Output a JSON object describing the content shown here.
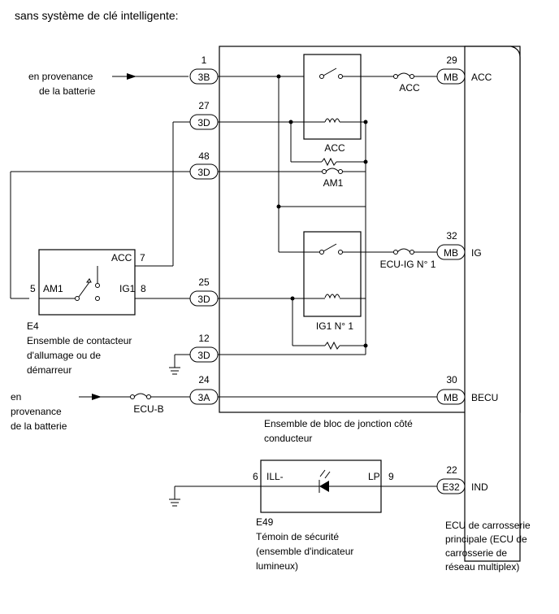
{
  "title": "sans système de clé intelligente:",
  "inputs": {
    "battery_top": [
      "en provenance",
      "de la batterie"
    ],
    "battery_bottom": [
      "en",
      "provenance",
      "de la batterie"
    ]
  },
  "junction_block": {
    "label": [
      "Ensemble de bloc de jonction côté",
      "conducteur"
    ],
    "connectors": [
      {
        "id": "c1",
        "pin": "1",
        "conn": "3B"
      },
      {
        "id": "c27",
        "pin": "27",
        "conn": "3D"
      },
      {
        "id": "c48",
        "pin": "48",
        "conn": "3D"
      },
      {
        "id": "c25",
        "pin": "25",
        "conn": "3D"
      },
      {
        "id": "c12",
        "pin": "12",
        "conn": "3D"
      },
      {
        "id": "c24",
        "pin": "24",
        "conn": "3A"
      }
    ],
    "relays": {
      "acc": "ACC",
      "ig1": "IG1 N° 1"
    },
    "fuses": {
      "acc": "ACC",
      "am1": "AM1",
      "ecu_ig": "ECU-IG N° 1"
    }
  },
  "ecu": {
    "label": [
      "ECU de carrosserie",
      "principale (ECU de",
      "carrosserie de",
      "réseau multiplex)"
    ],
    "connectors": [
      {
        "id": "m29",
        "pin": "29",
        "conn": "MB",
        "signal": "ACC"
      },
      {
        "id": "m32",
        "pin": "32",
        "conn": "MB",
        "signal": "IG"
      },
      {
        "id": "m30",
        "pin": "30",
        "conn": "MB",
        "signal": "BECU"
      },
      {
        "id": "m22",
        "pin": "22",
        "conn": "E32",
        "signal": "IND"
      }
    ]
  },
  "ignition_switch": {
    "code": "E4",
    "label": [
      "Ensemble de contacteur",
      "d'allumage ou de",
      "démarreur"
    ],
    "pins": {
      "am1": "AM1",
      "am1_no": "5",
      "acc": "ACC",
      "acc_no": "7",
      "ig1": "IG1",
      "ig1_no": "8"
    }
  },
  "indicator": {
    "code": "E49",
    "label": [
      "Témoin de sécurité",
      "(ensemble d'indicateur",
      "lumineux)"
    ],
    "pins": {
      "ill": "ILL-",
      "ill_no": "6",
      "lp": "LP",
      "lp_no": "9"
    }
  },
  "fuse_ecu_b": "ECU-B"
}
